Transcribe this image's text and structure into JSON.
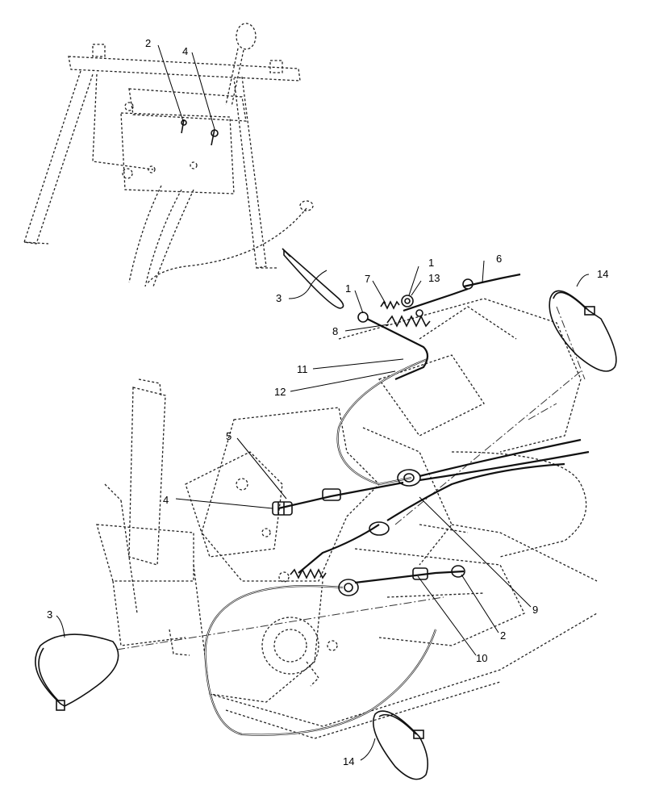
{
  "callouts": [
    {
      "id": "c-2-top",
      "label": "2"
    },
    {
      "id": "c-4-top",
      "label": "4"
    },
    {
      "id": "c-3-top",
      "label": "3"
    },
    {
      "id": "c-1-a",
      "label": "1"
    },
    {
      "id": "c-7",
      "label": "7"
    },
    {
      "id": "c-1-b",
      "label": "1"
    },
    {
      "id": "c-13",
      "label": "13"
    },
    {
      "id": "c-6",
      "label": "6"
    },
    {
      "id": "c-14-top",
      "label": "14"
    },
    {
      "id": "c-8",
      "label": "8"
    },
    {
      "id": "c-11",
      "label": "11"
    },
    {
      "id": "c-12",
      "label": "12"
    },
    {
      "id": "c-5",
      "label": "5"
    },
    {
      "id": "c-4-mid",
      "label": "4"
    },
    {
      "id": "c-9",
      "label": "9"
    },
    {
      "id": "c-2-bottom",
      "label": "2"
    },
    {
      "id": "c-10",
      "label": "10"
    },
    {
      "id": "c-3-bottom",
      "label": "3"
    },
    {
      "id": "c-14-bottom",
      "label": "14"
    }
  ]
}
